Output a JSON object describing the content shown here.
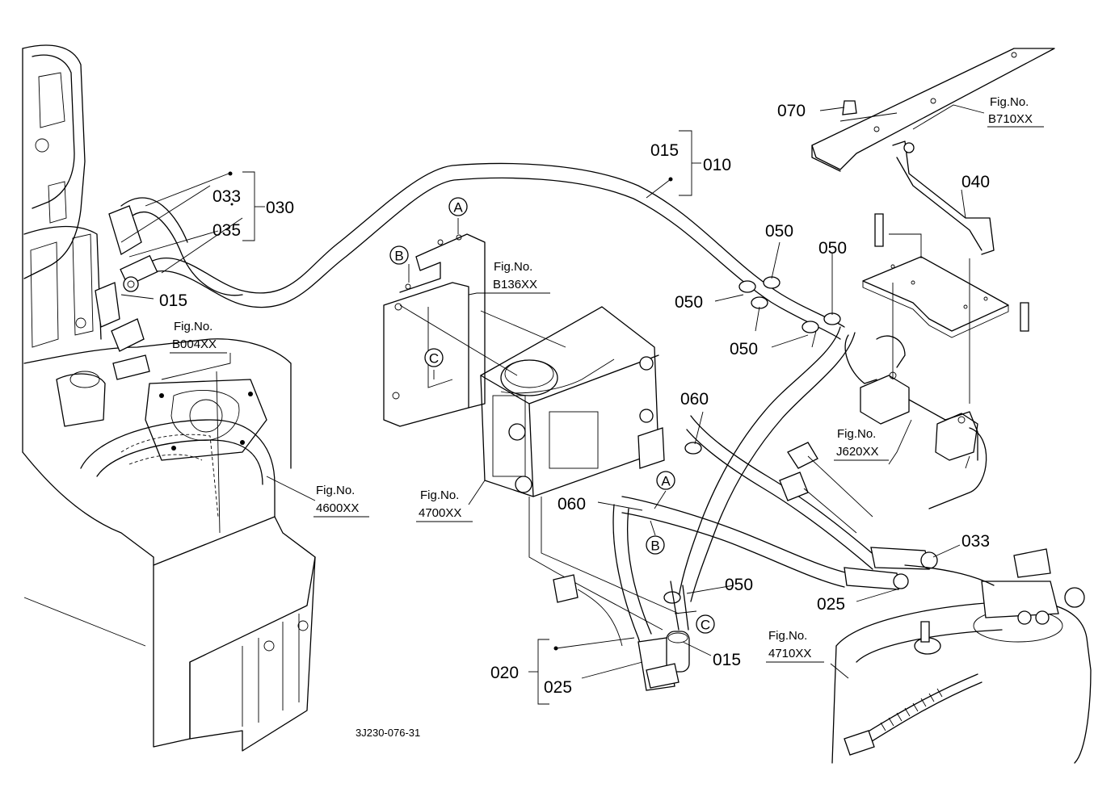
{
  "part_labels": {
    "p070": "070",
    "p015_top": "015",
    "p010": "010",
    "p033_left": "033",
    "p035": "035",
    "p030": "030",
    "p015_left": "015",
    "p040": "040",
    "p050_a": "050",
    "p050_b": "050",
    "p050_c": "050",
    "p050_d": "050",
    "p050_e": "050",
    "p060_a": "060",
    "p060_b": "060",
    "p033_right": "033",
    "p025_right": "025",
    "p015_bottom": "015",
    "p020": "020",
    "p025_bottom": "025"
  },
  "figure_refs": {
    "b710": {
      "line1": "Fig.No.",
      "line2": "B710XX"
    },
    "b136": {
      "line1": "Fig.No.",
      "line2": "B136XX"
    },
    "b004": {
      "line1": "Fig.No.",
      "line2": "B004XX"
    },
    "f4600": {
      "line1": "Fig.No.",
      "line2": "4600XX"
    },
    "f4700": {
      "line1": "Fig.No.",
      "line2": "4700XX"
    },
    "j620": {
      "line1": "Fig.No.",
      "line2": "J620XX"
    },
    "f4710": {
      "line1": "Fig.No.",
      "line2": "4710XX"
    }
  },
  "callouts": {
    "a_top": "A",
    "b_top": "B",
    "c_top": "C",
    "a_bottom": "A",
    "b_bottom": "B",
    "c_bottom": "C"
  },
  "drawing_code": "3J230-076-31"
}
